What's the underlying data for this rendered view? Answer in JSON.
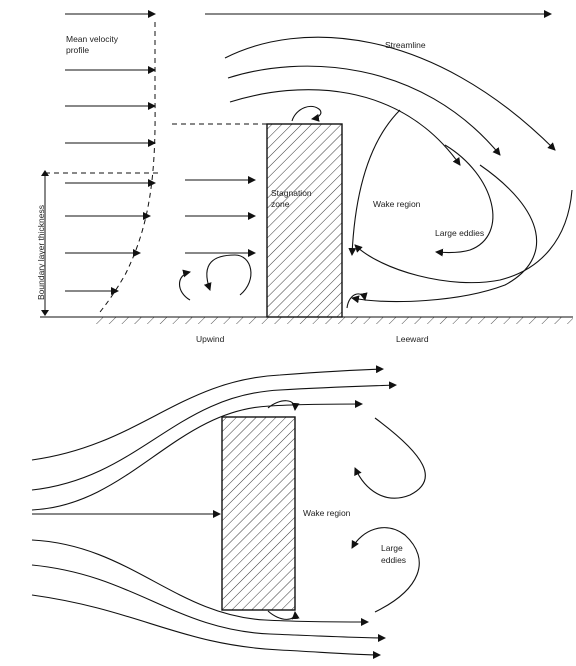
{
  "side_view": {
    "labels": {
      "mean_velocity_profile_line1": "Mean velocity",
      "mean_velocity_profile_line2": "profile",
      "streamline": "Streamline",
      "stagnation_line1": "Stagnation",
      "stagnation_line2": "zone",
      "wake_region": "Wake region",
      "large_eddies": "Large eddies",
      "boundary_layer_thickness": "Boundary layer thickness",
      "upwind": "Upwind",
      "leeward": "Leeward"
    }
  },
  "plan_view": {
    "labels": {
      "wake_region": "Wake region",
      "large_line1": "Large",
      "large_line2": "eddies"
    }
  },
  "icons": [
    "arrowhead-icon",
    "hatch-pattern"
  ]
}
